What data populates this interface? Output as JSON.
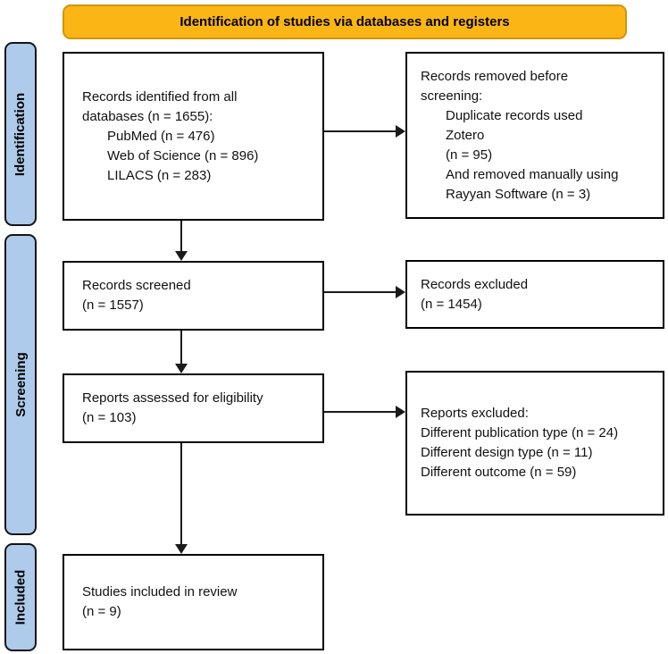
{
  "header": {
    "title": "Identification of studies via databases and registers"
  },
  "sidebar": {
    "items": [
      {
        "id": "identification",
        "label": "Identification"
      },
      {
        "id": "screening",
        "label": "Screening"
      },
      {
        "id": "included",
        "label": "Included"
      }
    ]
  },
  "boxes": {
    "identified": {
      "lines": [
        "Records identified from all",
        "databases (n = 1655):",
        "PubMed (n = 476)",
        "Web of Science (n = 896)",
        "LILACS (n = 283)"
      ]
    },
    "removed": {
      "lines": [
        "Records removed before",
        "screening:",
        "Duplicate records used",
        "Zotero",
        "(n = 95)",
        "And removed manually using",
        "Rayyan Software (n = 3)"
      ]
    },
    "screened": {
      "lines": [
        "Records screened",
        "(n = 1557)"
      ]
    },
    "records_excluded": {
      "lines": [
        "Records excluded",
        "(n = 1454)"
      ]
    },
    "assessed": {
      "lines": [
        "Reports assessed for eligibility",
        "(n = 103)"
      ]
    },
    "reports_excluded": {
      "lines": [
        "Reports excluded:",
        "Different publication type (n = 24)",
        "Different design type (n = 11)",
        "Different outcome (n = 59)"
      ]
    },
    "included_studies": {
      "lines": [
        "Studies included in review",
        "(n = 9)"
      ]
    }
  },
  "colors": {
    "header_bg": "#FBB615",
    "header_border": "#D0960B",
    "sidebar_bg": "#AECBEB",
    "box_border": "#000000",
    "arrow": "#1a1a1a"
  }
}
